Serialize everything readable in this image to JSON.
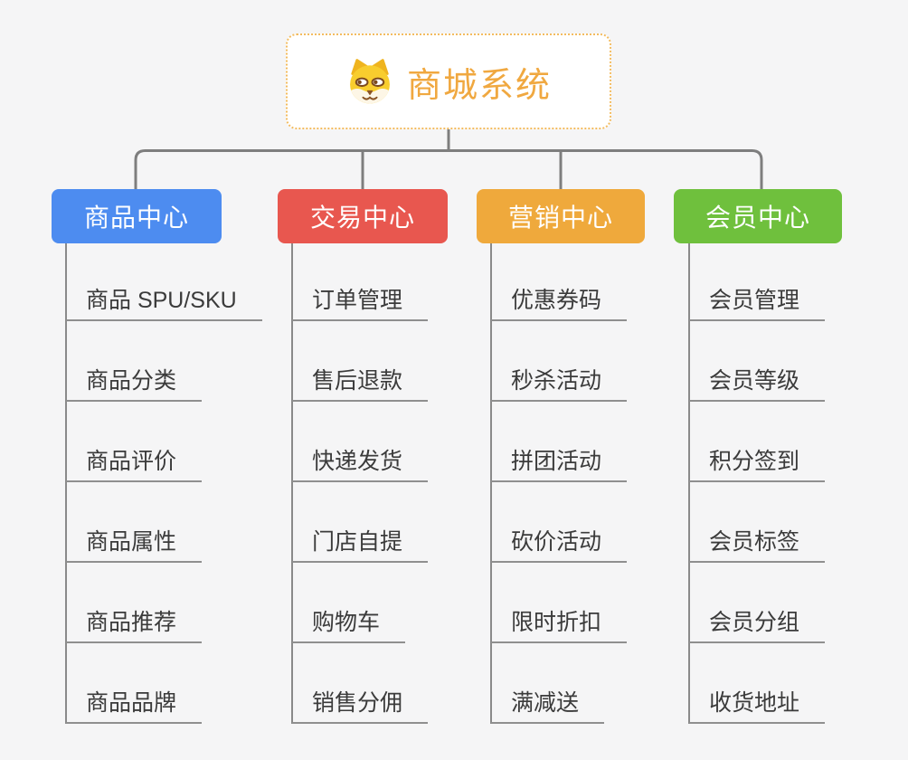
{
  "root": {
    "title": "商城系统",
    "icon": "dog-face-icon",
    "accent_color": "#f0a840",
    "border_color": "#f3bc60"
  },
  "branches": [
    {
      "label": "商品中心",
      "color": "#4d8cf0",
      "children": [
        "商品 SPU/SKU",
        "商品分类",
        "商品评价",
        "商品属性",
        "商品推荐",
        "商品品牌"
      ]
    },
    {
      "label": "交易中心",
      "color": "#e8574f",
      "children": [
        "订单管理",
        "售后退款",
        "快递发货",
        "门店自提",
        "购物车",
        "销售分佣"
      ]
    },
    {
      "label": "营销中心",
      "color": "#efa93c",
      "children": [
        "优惠券码",
        "秒杀活动",
        "拼团活动",
        "砍价活动",
        "限时折扣",
        "满减送"
      ]
    },
    {
      "label": "会员中心",
      "color": "#6fc03d",
      "children": [
        "会员管理",
        "会员等级",
        "积分签到",
        "会员标签",
        "会员分组",
        "收货地址"
      ]
    }
  ],
  "connector_color": "#7e7e7e",
  "underline_color": "#8f8f8f"
}
